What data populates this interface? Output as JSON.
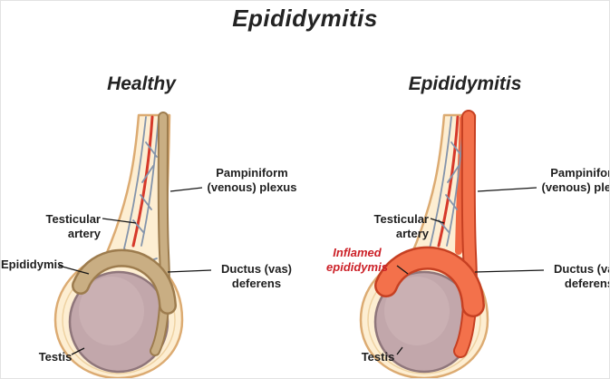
{
  "title": "Epididymitis",
  "panels": {
    "healthy": {
      "heading": "Healthy",
      "labels": {
        "pampiniform": "Pampiniform (venous) plexus",
        "testicular_artery": "Testicular artery",
        "epididymis": "Epididymis",
        "ductus_deferens": "Ductus (vas) deferens",
        "testis": "Testis"
      }
    },
    "inflamed": {
      "heading": "Epididymitis",
      "labels": {
        "pampiniform": "Pampiniform (venous) plexus",
        "testicular_artery": "Testicular artery",
        "inflamed_epididymis": "Inflamed epididymis",
        "ductus_deferens": "Ductus (vas) deferens",
        "testis": "Testis"
      }
    }
  },
  "colors": {
    "ink": "#1f1f1f",
    "inflamed-text": "#cc2128",
    "tunica-fill": "#fdeed2",
    "tunica-stroke": "#dcab72",
    "testis-fill": "#c2a7ab",
    "testis-stroke": "#8f767b",
    "healthy-duct": "#c9ae83",
    "healthy-duct-outline": "#9d7c4e",
    "inflamed-duct": "#f3714b",
    "inflamed-duct-outline": "#c64022",
    "vein": "#8494ab",
    "artery": "#d6392a"
  }
}
